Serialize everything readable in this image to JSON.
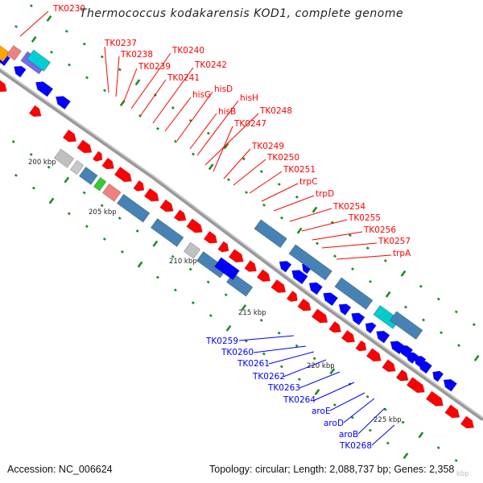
{
  "title": "Thermococcus kodakarensis KOD1, complete genome",
  "footer": {
    "accession": "Accession: NC_006624",
    "topology": "Topology: circular; Length: 2,088,737 bp; Genes: 2,358"
  },
  "colors": {
    "forward_gene": "#ff0000",
    "reverse_gene": "#0000ff",
    "feature_bar": "#4682b4",
    "backbone": "#888888",
    "tick": "#228b22"
  },
  "kbp_labels": [
    "200 kbp",
    "205 kbp",
    "210 kbp",
    "215 kbp",
    "220 kbp",
    "225 kbp",
    "230 kbp"
  ],
  "forward_labels": [
    "TK0230",
    "TK0237",
    "TK0238",
    "TK0239",
    "TK0240",
    "TK0241",
    "TK0242",
    "hisG",
    "hisD",
    "hisB",
    "hisH",
    "TK0248",
    "TK0247",
    "TK0249",
    "TK0250",
    "TK0251",
    "trpC",
    "trpD",
    "TK0254",
    "TK0255",
    "TK0256",
    "TK0257",
    "trpA"
  ],
  "reverse_labels": [
    "TK0259",
    "TK0260",
    "TK0261",
    "TK0262",
    "TK0263",
    "TK0264",
    "aroE",
    "aroD",
    "aroB",
    "TK0268"
  ]
}
